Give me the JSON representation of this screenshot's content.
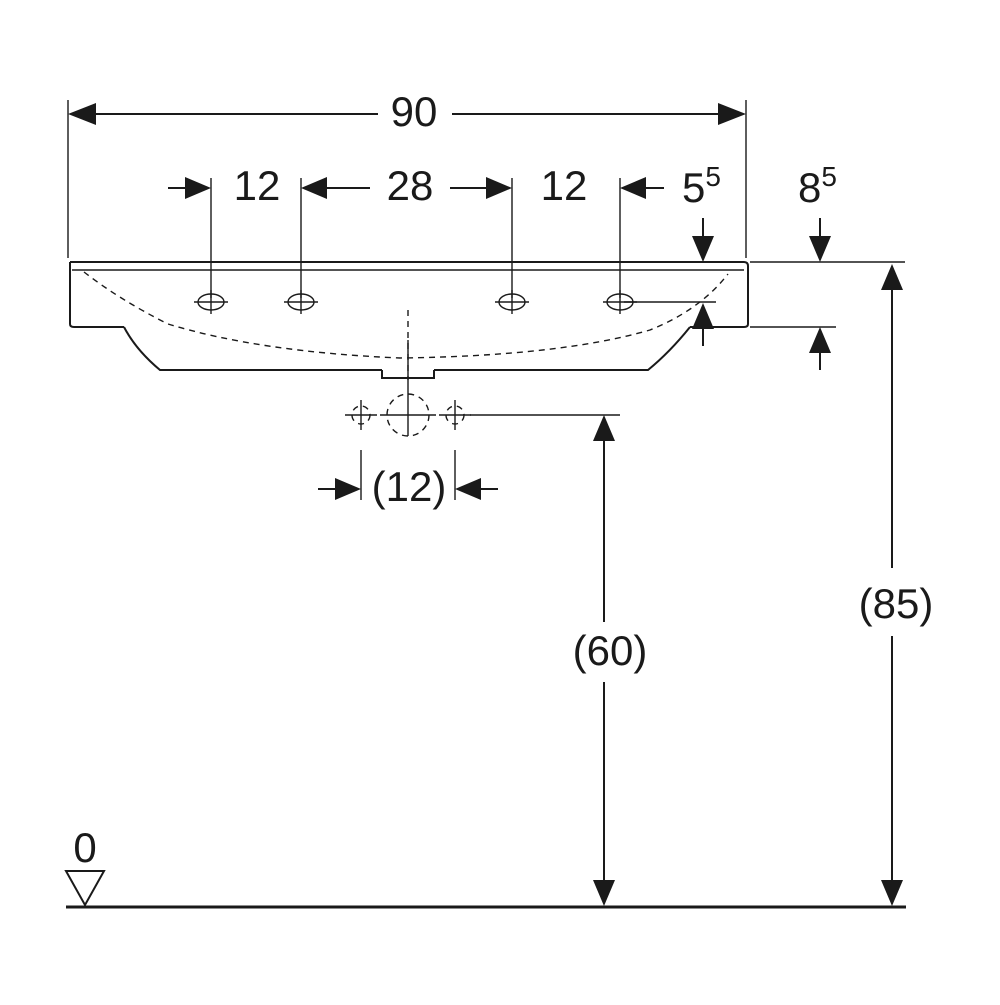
{
  "dimensions": {
    "overall_width": "90",
    "left_spacing": "12",
    "middle_spacing": "28",
    "right_spacing": "12",
    "rim_offset_base": "5",
    "rim_offset_sup": "5",
    "depth_base": "8",
    "depth_sup": "5",
    "waste_width": "(12)",
    "waste_height": "(60)",
    "rim_height": "(85)",
    "floor_level": "0"
  }
}
